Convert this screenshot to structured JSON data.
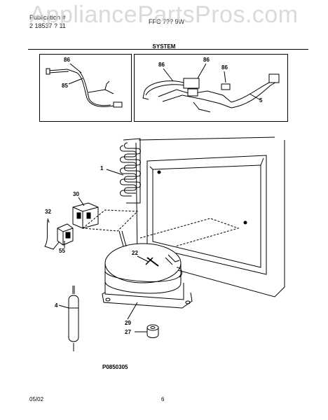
{
  "header": {
    "pub_line1": "Publication #",
    "pub_line2": "2 18537 ? 11",
    "model": "FFC 7?? 9W",
    "section": "SYSTEM",
    "watermark": "AppliancePartsPros.com"
  },
  "callouts": {
    "c86_a": "86",
    "c85": "85",
    "c86_b": "86",
    "c86_c": "86",
    "c86_d": "86",
    "c5": "5",
    "c1": "1",
    "c30": "30",
    "c32": "32",
    "c55": "55",
    "c22": "22",
    "c4": "4",
    "c29": "29",
    "c27": "27"
  },
  "footer": {
    "drawing_id": "P0850305",
    "date": "05/02",
    "page": "6"
  }
}
